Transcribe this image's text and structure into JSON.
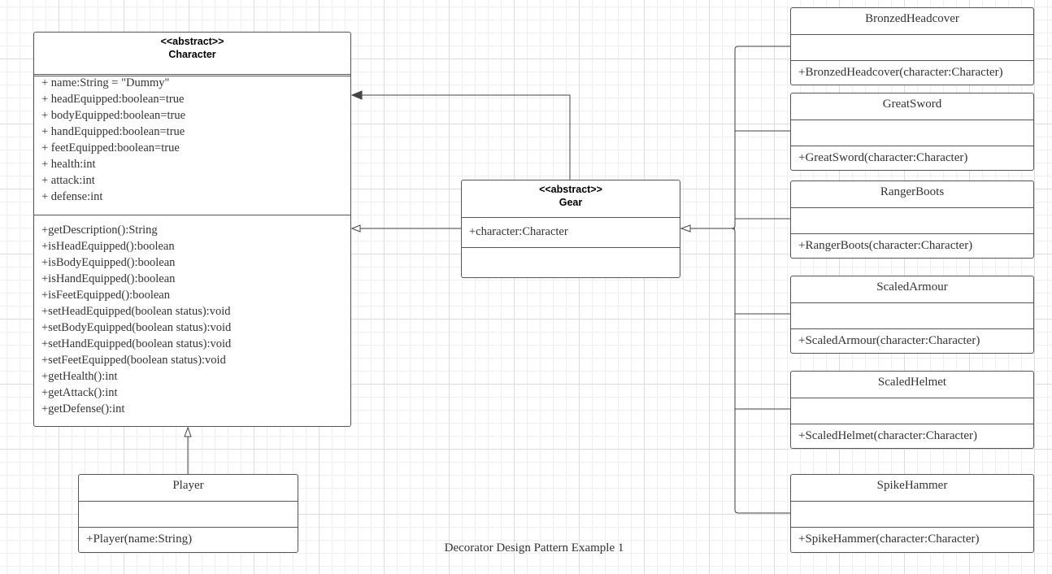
{
  "character": {
    "stereotype": "<<abstract>>",
    "name": "Character",
    "attributes": [
      "+ name:String = \"Dummy\"",
      "+ headEquipped:boolean=true",
      "+ bodyEquipped:boolean=true",
      "+ handEquipped:boolean=true",
      "+ feetEquipped:boolean=true",
      "+ health:int",
      "+ attack:int",
      "+ defense:int"
    ],
    "methods": [
      "+getDescription():String",
      "+isHeadEquipped():boolean",
      "+isBodyEquipped():boolean",
      "+isHandEquipped():boolean",
      "+isFeetEquipped():boolean",
      "+setHeadEquipped(boolean status):void",
      "+setBodyEquipped(boolean status):void",
      "+setHandEquipped(boolean status):void",
      "+setFeetEquipped(boolean status):void",
      "+getHealth():int",
      "+getAttack():int",
      "+getDefense():int"
    ]
  },
  "gear": {
    "stereotype": "<<abstract>>",
    "name": "Gear",
    "attributes": [
      "+character:Character"
    ]
  },
  "player": {
    "name": "Player",
    "constructor": "+Player(name:String)"
  },
  "gear_items": [
    {
      "name": "BronzedHeadcover",
      "constructor": "+BronzedHeadcover(character:Character)"
    },
    {
      "name": "GreatSword",
      "constructor": "+GreatSword(character:Character)"
    },
    {
      "name": "RangerBoots",
      "constructor": "+RangerBoots(character:Character)"
    },
    {
      "name": "ScaledArmour",
      "constructor": "+ScaledArmour(character:Character)"
    },
    {
      "name": "ScaledHelmet",
      "constructor": "+ScaledHelmet(character:Character)"
    },
    {
      "name": "SpikeHammer",
      "constructor": "+SpikeHammer(character:Character)"
    }
  ],
  "caption": "Decorator Design Pattern Example 1"
}
